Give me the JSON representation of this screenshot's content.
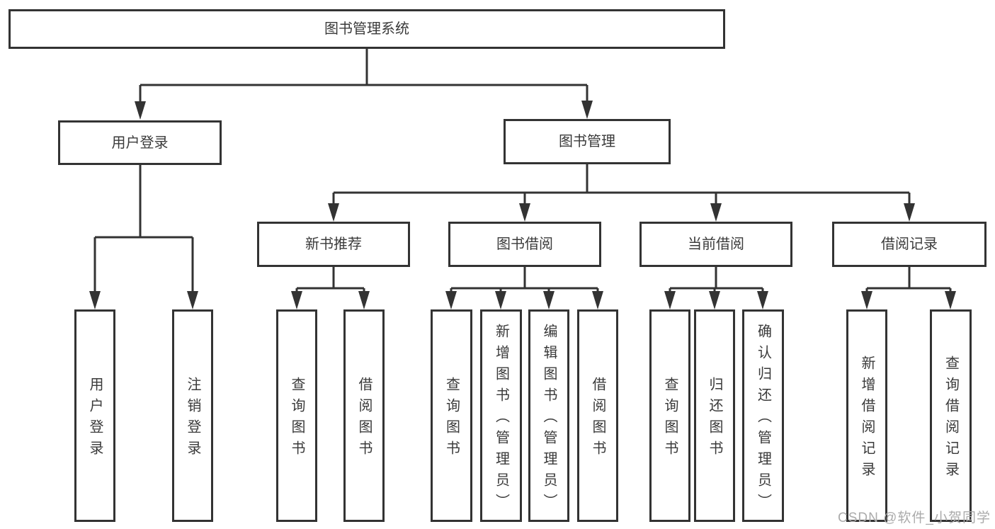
{
  "diagram_title": "图书管理系统",
  "tree": {
    "label": "图书管理系统",
    "children": [
      {
        "label": "用户登录",
        "children": [
          {
            "label": "用户登录"
          },
          {
            "label": "注销登录"
          }
        ]
      },
      {
        "label": "图书管理",
        "children": [
          {
            "label": "新书推荐",
            "children": [
              {
                "label": "查询图书"
              },
              {
                "label": "借阅图书"
              }
            ]
          },
          {
            "label": "图书借阅",
            "children": [
              {
                "label": "查询图书"
              },
              {
                "label": "新增图书（管理员）"
              },
              {
                "label": "编辑图书（管理员）"
              },
              {
                "label": "借阅图书"
              }
            ]
          },
          {
            "label": "当前借阅",
            "children": [
              {
                "label": "查询图书"
              },
              {
                "label": "归还图书"
              },
              {
                "label": "确认归还（管理员）"
              }
            ]
          },
          {
            "label": "借阅记录",
            "children": [
              {
                "label": "新增借阅记录"
              },
              {
                "label": "查询借阅记录"
              }
            ]
          }
        ]
      }
    ]
  },
  "watermark": "CSDN @软件_小贺同学",
  "colors": {
    "line": "#333333",
    "text": "#3a3a3a",
    "watermark": "#ababab",
    "background": "#ffffff"
  }
}
